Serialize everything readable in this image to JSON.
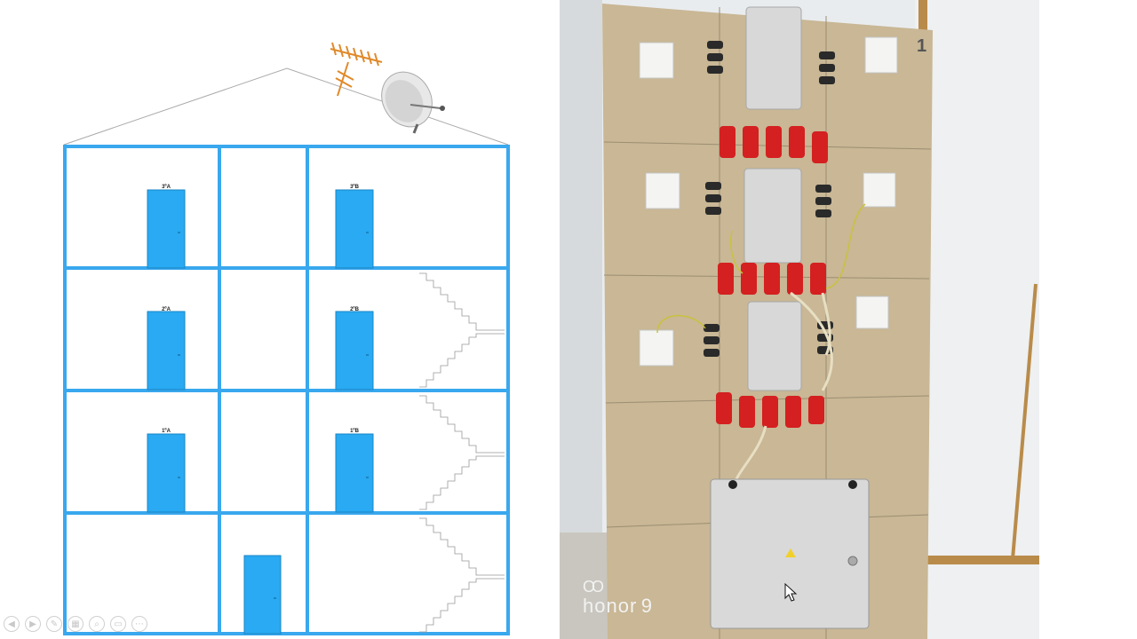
{
  "diagram": {
    "doors": {
      "3a": "3ºA",
      "3b": "3ºB",
      "2a": "2ºA",
      "2b": "2ºB",
      "1a": "1ºA",
      "1b": "1ºB"
    }
  },
  "photo": {
    "panel_number": "1",
    "watermark_brand": "honor",
    "watermark_model": "9",
    "watermark_rings": "OO"
  },
  "toolbar": {
    "prev_icon": "◀",
    "next_icon": "▶",
    "pen_icon": "✎",
    "slides_icon": "▦",
    "zoom_icon": "⌕",
    "screen_icon": "▭",
    "more_icon": "⋯"
  },
  "icons": [
    "antenna-icon",
    "satellite-dish-icon",
    "staircase-icon",
    "door-icon",
    "mouse-cursor-icon"
  ],
  "colors": {
    "structure": "#39a8ee",
    "door": "#29aaf2",
    "board": "#c9b795",
    "connector": "#d42020",
    "cabinet": "#d8d8d8"
  }
}
